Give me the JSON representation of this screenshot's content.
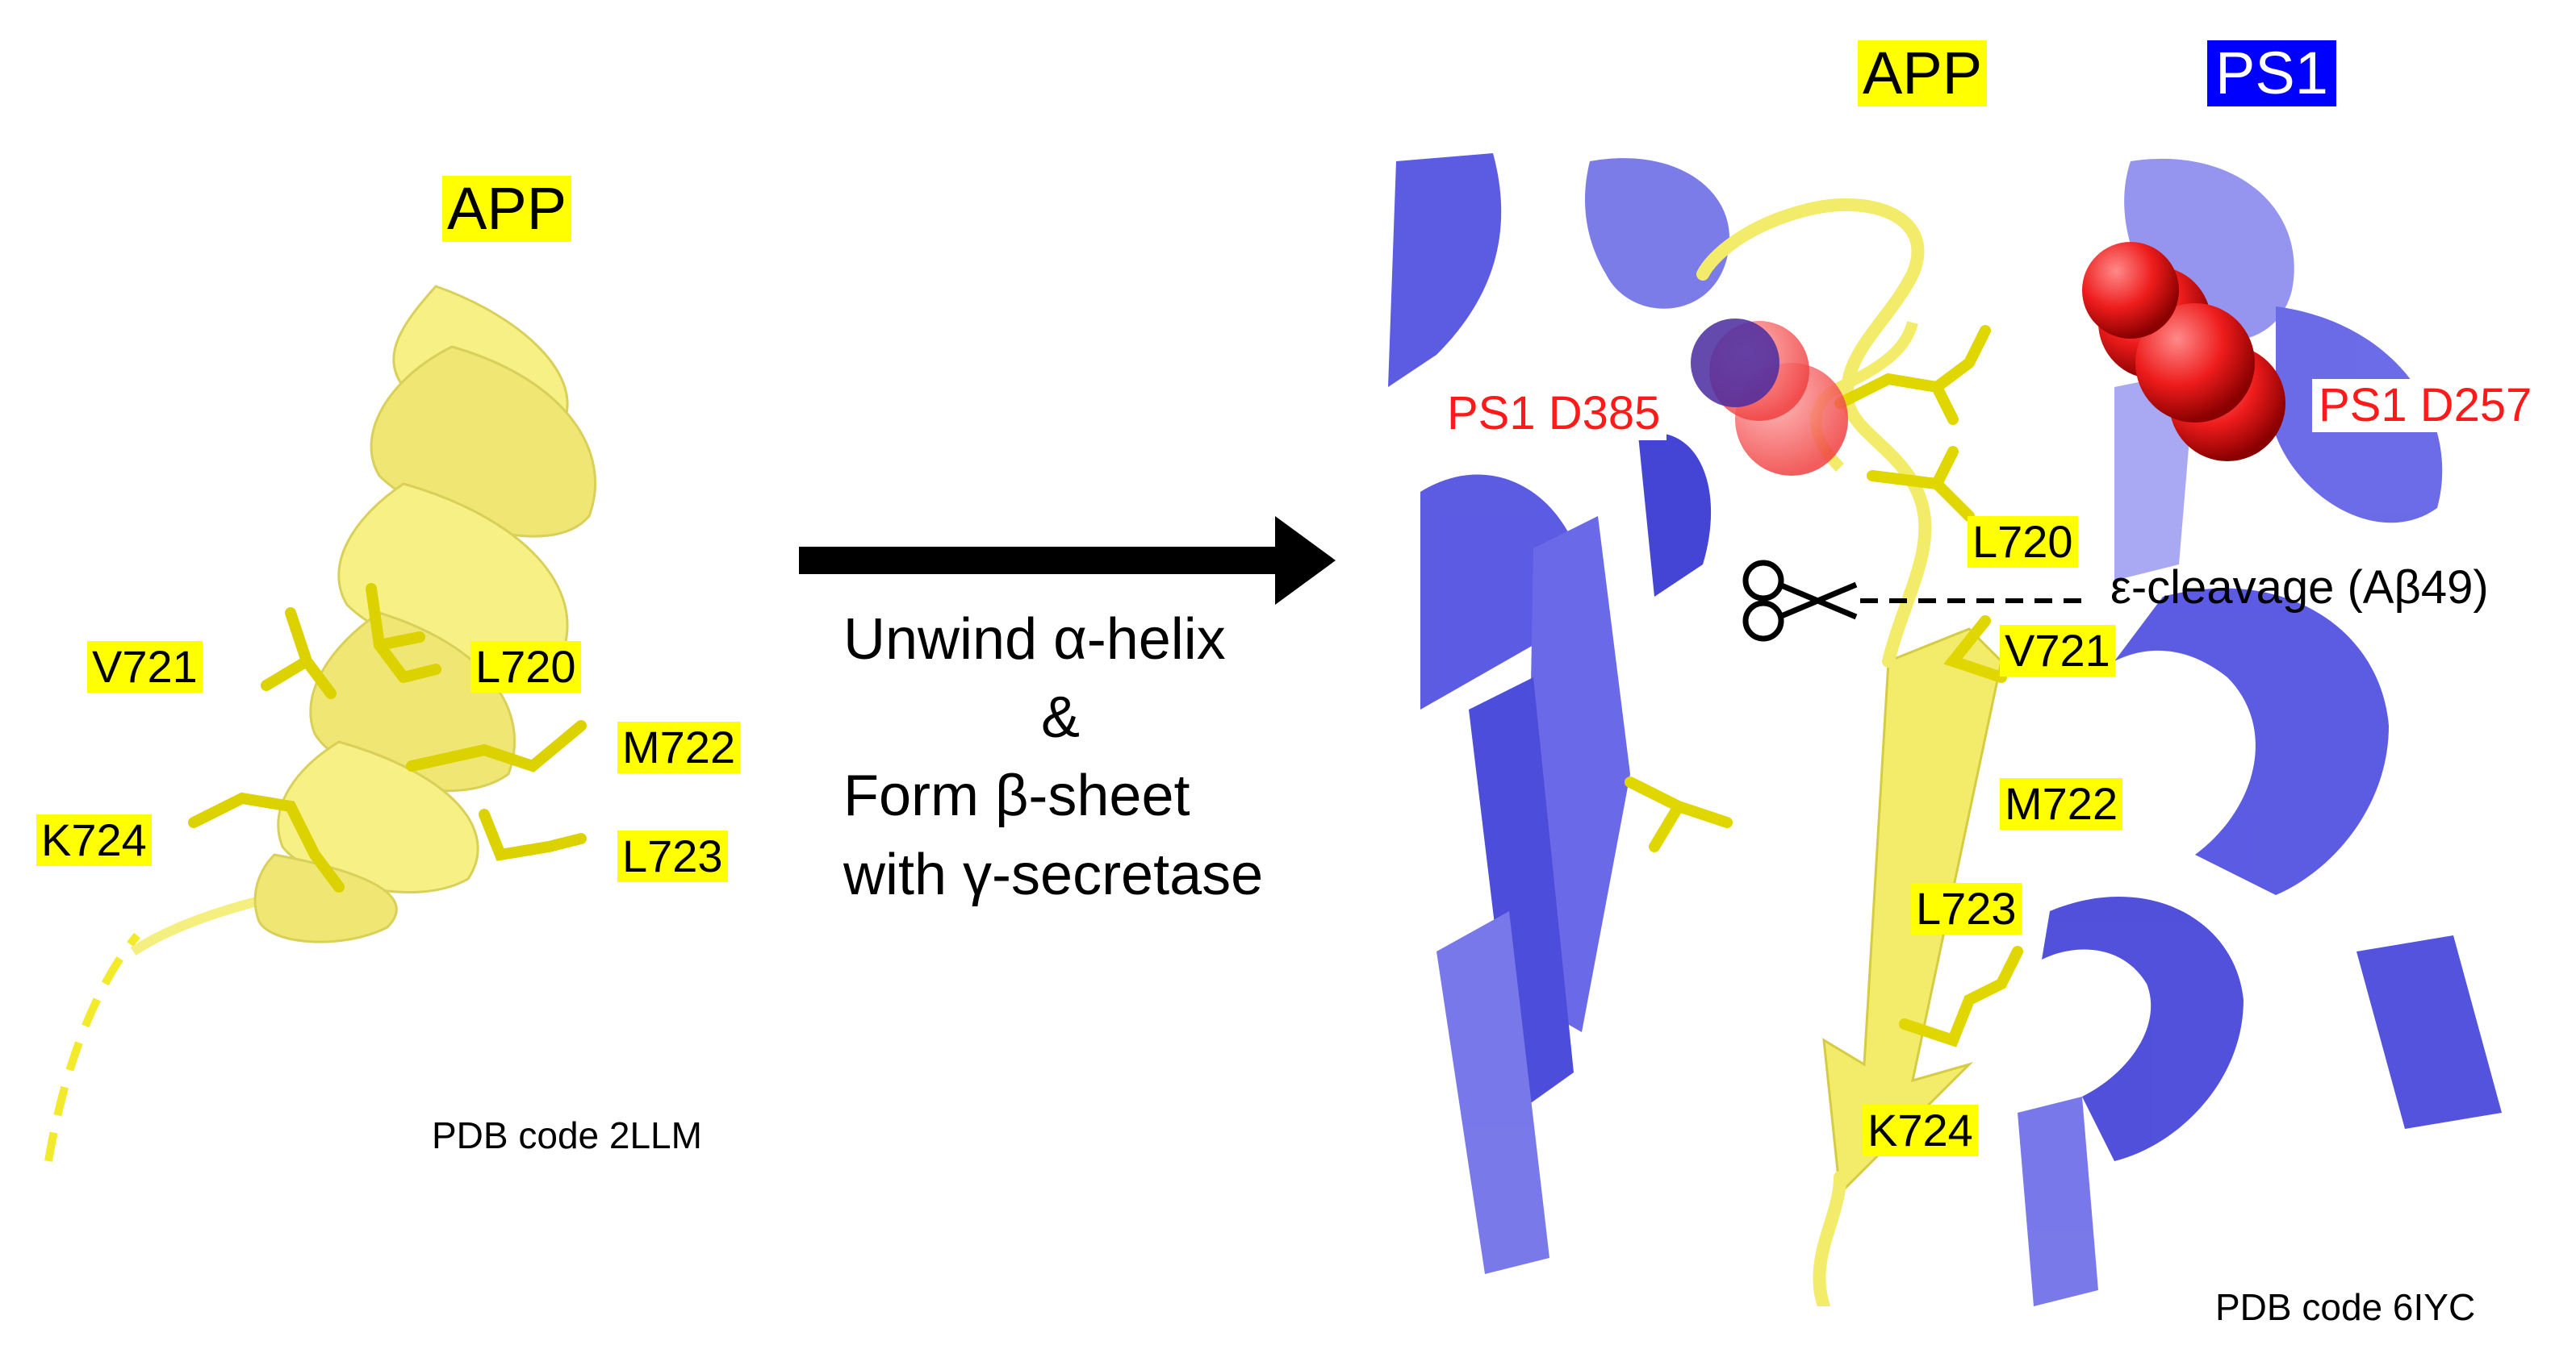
{
  "left_panel": {
    "protein_label": "APP",
    "residues": [
      "V721",
      "L720",
      "M722",
      "K724",
      "L723"
    ],
    "pdb_code": "PDB code 2LLM"
  },
  "arrow": {
    "lines": [
      "Unwind α-helix",
      "&",
      "Form β-sheet",
      "with γ-secretase"
    ]
  },
  "right_panel": {
    "protein_label_app": "APP",
    "protein_label_ps1": "PS1",
    "asp_left": "PS1 D385",
    "asp_right": "PS1 D257",
    "cleavage_label": "ε-cleavage (Aβ49)",
    "residues": [
      "L720",
      "V721",
      "M722",
      "L723",
      "K724"
    ],
    "pdb_code": "PDB code 6IYC"
  },
  "colors": {
    "app_yellow": "#ffff00",
    "ps1_blue": "#0000ff",
    "asp_red": "#ff1a1a",
    "ribbon_yellow": "#f3ef70",
    "ribbon_blue": "#4a4ae0"
  }
}
